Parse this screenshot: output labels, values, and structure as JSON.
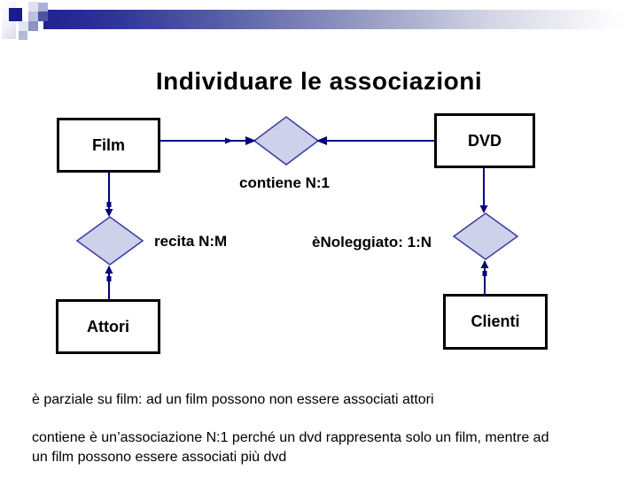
{
  "slide": {
    "title": "Individuare le associazioni"
  },
  "diagram": {
    "entities": [
      {
        "id": "film",
        "label": "Film"
      },
      {
        "id": "dvd",
        "label": "DVD"
      },
      {
        "id": "attori",
        "label": "Attori"
      },
      {
        "id": "clienti",
        "label": "Clienti"
      }
    ],
    "relations": [
      {
        "id": "contiene",
        "label": "contiene N:1"
      },
      {
        "id": "recita",
        "label": "recita N:M"
      },
      {
        "id": "noleggiato",
        "label": "èNoleggiato: 1:N"
      }
    ]
  },
  "notes": [
    "è parziale su film: ad un film possono non essere associati attori",
    "contiene è un’associazione N:1 perché un dvd rappresenta solo un film, mentre ad un film possono essere associati più dvd"
  ],
  "colors": {
    "connector": "#00007a",
    "diamond_fill": "#cdd1e9",
    "diamond_border": "#3a3aa0",
    "entity_border": "#000000",
    "bar_dark": "#22228e",
    "bar_mid": "#8f95c0",
    "background": "#ffffff"
  }
}
